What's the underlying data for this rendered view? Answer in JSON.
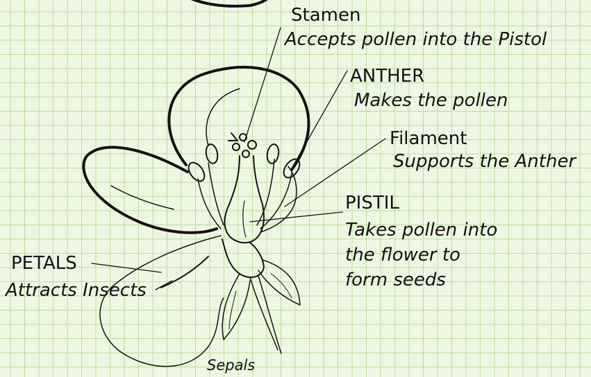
{
  "labels": {
    "stamen": {
      "title": "Stamen",
      "desc": "Accepts pollen into the Pistol"
    },
    "anther": {
      "title": "ANTHER",
      "desc": "Makes the pollen"
    },
    "filament": {
      "title": "Filament",
      "desc": "Supports the Anther"
    },
    "pistil": {
      "title": "PISTIL",
      "desc_lines": [
        "Takes  pollen into",
        "the flower to",
        "form seeds"
      ]
    },
    "petals": {
      "title": "PETALS",
      "desc": "Attracts Insects"
    },
    "sepals": {
      "title": "Sepals"
    }
  },
  "colors": {
    "background": "#eef7e4",
    "grid": "#b9dd9c",
    "ink": "#111111"
  }
}
